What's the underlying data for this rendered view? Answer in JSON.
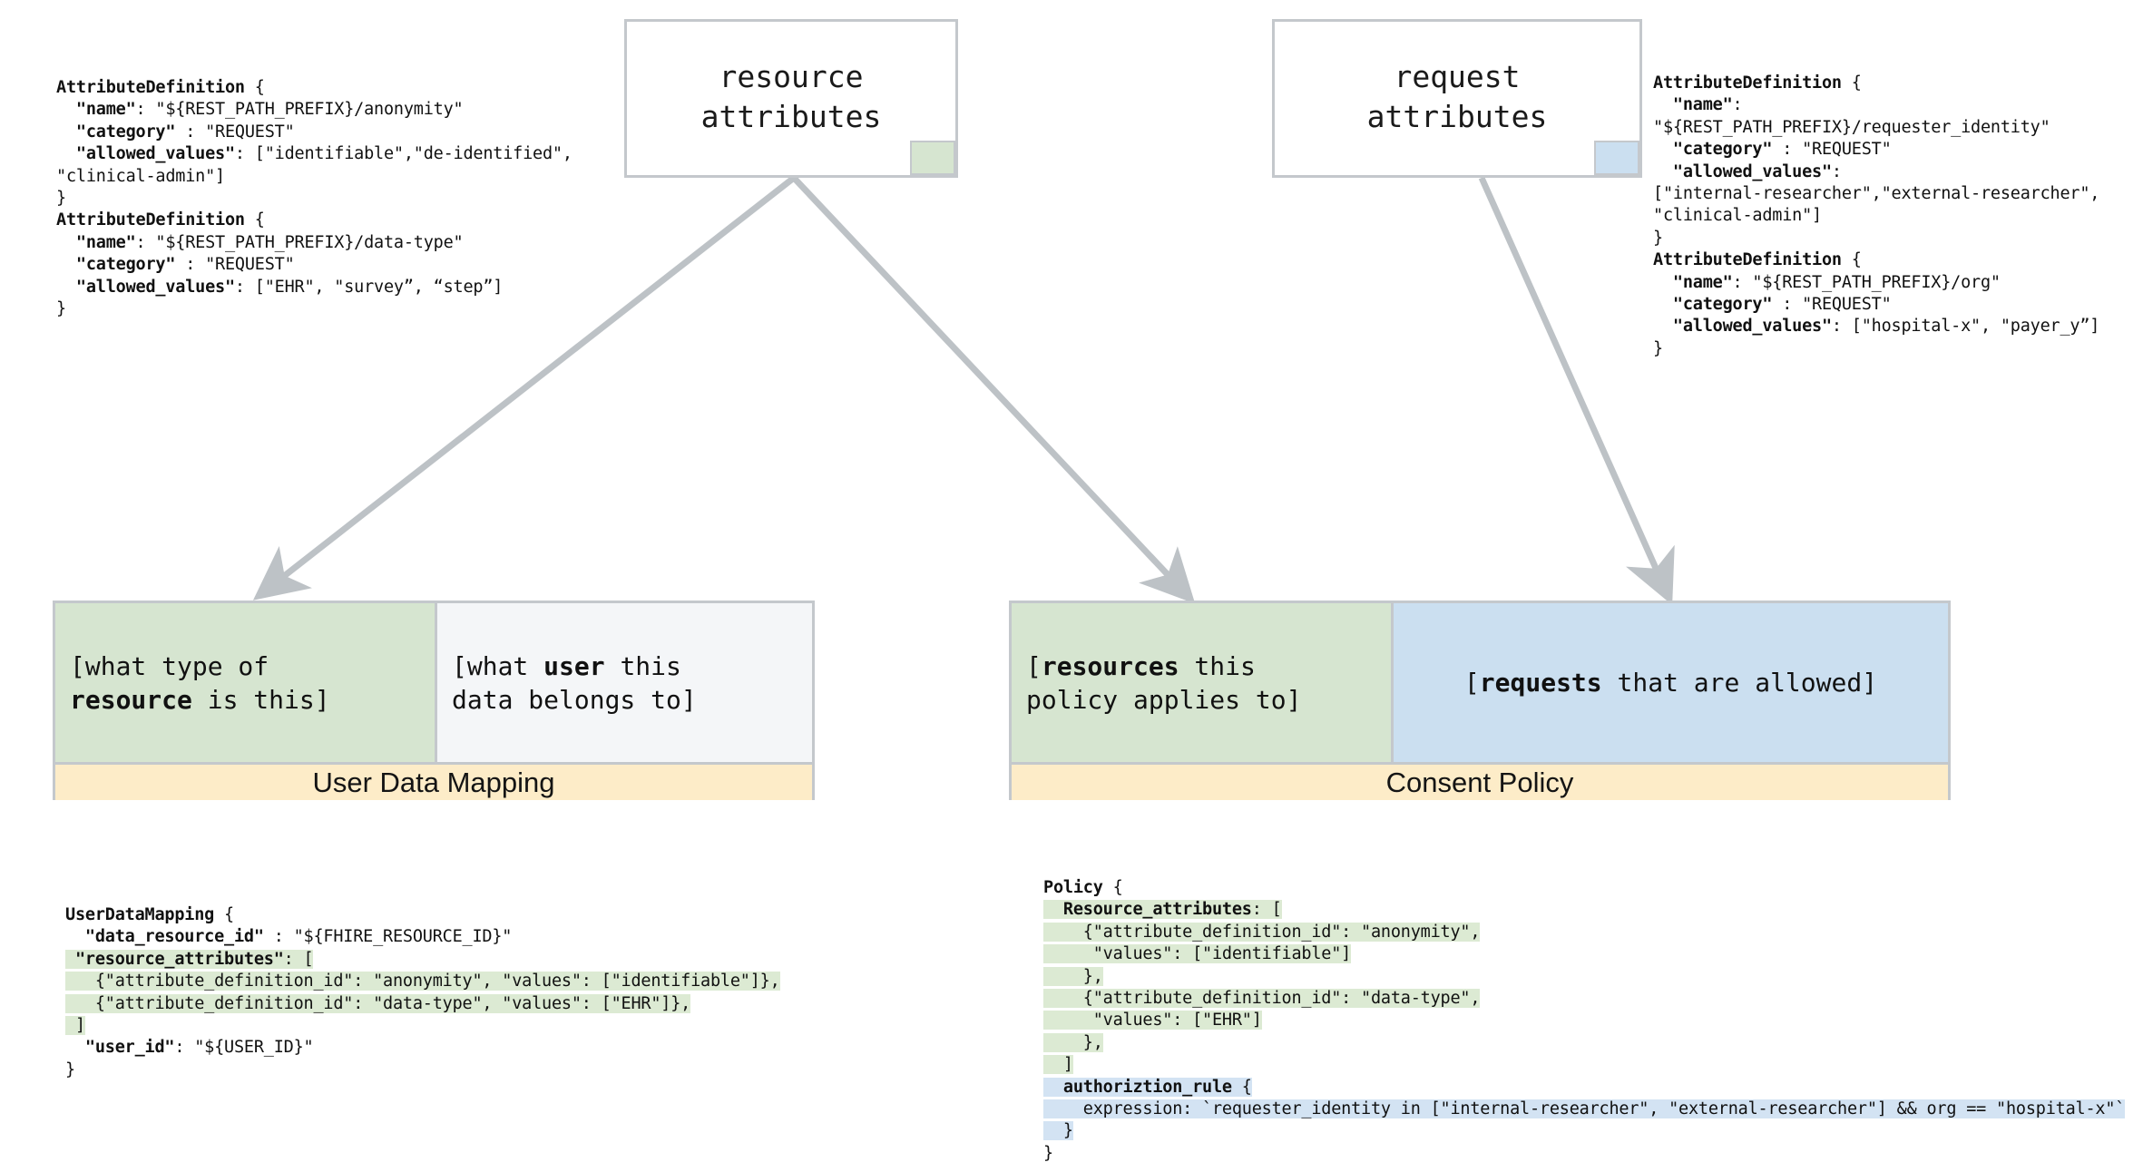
{
  "diagram": {
    "title": "ABAC attribute definitions, user data mapping and consent policy",
    "colors": {
      "resource_green": "#d6e5d0",
      "request_blue": "#cbdff0",
      "footer_amber": "#fdecc8",
      "border_grey": "#c4c8cc",
      "arrow_grey": "#bdc2c6",
      "highlight_green": "#dcead3",
      "highlight_blue": "#d3e3f3"
    }
  },
  "top_boxes": {
    "resource": {
      "label": "resource\nattributes",
      "swatch_color": "#d6e5d0"
    },
    "request": {
      "label": "request\nattributes",
      "swatch_color": "#cbdff0"
    }
  },
  "code_blocks": {
    "resource_attribute_definitions": {
      "lines": [
        {
          "segments": [
            {
              "text": "AttributeDefinition",
              "bold": true
            },
            {
              "text": " {"
            }
          ]
        },
        {
          "segments": [
            {
              "text": "  \"name\"",
              "bold": true
            },
            {
              "text": ": \"${REST_PATH_PREFIX}/anonymity\""
            }
          ]
        },
        {
          "segments": [
            {
              "text": "  \"category\"",
              "bold": true
            },
            {
              "text": " : \"REQUEST\""
            }
          ]
        },
        {
          "segments": [
            {
              "text": "  \"allowed_values\"",
              "bold": true
            },
            {
              "text": ": [\"identifiable\",\"de-identified\","
            }
          ]
        },
        {
          "segments": [
            {
              "text": "\"clinical-admin\"]"
            }
          ]
        },
        {
          "segments": [
            {
              "text": "}"
            }
          ]
        },
        {
          "segments": [
            {
              "text": "AttributeDefinition",
              "bold": true
            },
            {
              "text": " {"
            }
          ]
        },
        {
          "segments": [
            {
              "text": "  \"name\"",
              "bold": true
            },
            {
              "text": ": \"${REST_PATH_PREFIX}/data-type\""
            }
          ]
        },
        {
          "segments": [
            {
              "text": "  \"category\"",
              "bold": true
            },
            {
              "text": " : \"REQUEST\""
            }
          ]
        },
        {
          "segments": [
            {
              "text": "  \"allowed_values\"",
              "bold": true
            },
            {
              "text": ": [\"EHR\", \"survey”, “step”]"
            }
          ]
        },
        {
          "segments": [
            {
              "text": "}"
            }
          ]
        }
      ]
    },
    "request_attribute_definitions": {
      "lines": [
        {
          "segments": [
            {
              "text": "AttributeDefinition",
              "bold": true
            },
            {
              "text": " {"
            }
          ]
        },
        {
          "segments": [
            {
              "text": "  \"name\"",
              "bold": true
            },
            {
              "text": ":"
            }
          ]
        },
        {
          "segments": [
            {
              "text": "\"${REST_PATH_PREFIX}/requester_identity\""
            }
          ]
        },
        {
          "segments": [
            {
              "text": "  \"category\"",
              "bold": true
            },
            {
              "text": " : \"REQUEST\""
            }
          ]
        },
        {
          "segments": [
            {
              "text": "  \"allowed_values\"",
              "bold": true
            },
            {
              "text": ":"
            }
          ]
        },
        {
          "segments": [
            {
              "text": "[\"internal-researcher\",\"external-researcher\","
            }
          ]
        },
        {
          "segments": [
            {
              "text": "\"clinical-admin\"]"
            }
          ]
        },
        {
          "segments": [
            {
              "text": "}"
            }
          ]
        },
        {
          "segments": [
            {
              "text": "AttributeDefinition",
              "bold": true
            },
            {
              "text": " {"
            }
          ]
        },
        {
          "segments": [
            {
              "text": "  \"name\"",
              "bold": true
            },
            {
              "text": ": \"${REST_PATH_PREFIX}/org\""
            }
          ]
        },
        {
          "segments": [
            {
              "text": "  \"category\"",
              "bold": true
            },
            {
              "text": " : \"REQUEST\""
            }
          ]
        },
        {
          "segments": [
            {
              "text": "  \"allowed_values\"",
              "bold": true
            },
            {
              "text": ": [\"hospital-x\", \"payer_y”]"
            }
          ]
        },
        {
          "segments": [
            {
              "text": "}"
            }
          ]
        }
      ]
    },
    "user_data_mapping": {
      "lines": [
        {
          "segments": [
            {
              "text": "UserDataMapping",
              "bold": true
            },
            {
              "text": " {"
            }
          ]
        },
        {
          "segments": [
            {
              "text": "  \"data_resource_id\"",
              "bold": true
            },
            {
              "text": " : \"${FHIRE_RESOURCE_ID}\""
            }
          ]
        },
        {
          "segments": [
            {
              "text": " \"resource_attributes\"",
              "bold": true,
              "hl": "green"
            },
            {
              "text": ": [",
              "hl": "green"
            }
          ]
        },
        {
          "segments": [
            {
              "text": "   {\"attribute_definition_id\": \"anonymity\", \"values\": [\"identifiable\"]},",
              "hl": "green"
            }
          ]
        },
        {
          "segments": [
            {
              "text": "   {\"attribute_definition_id\": \"data-type\", \"values\": [\"EHR\"]},",
              "hl": "green"
            }
          ]
        },
        {
          "segments": [
            {
              "text": " ]",
              "hl": "green"
            }
          ]
        },
        {
          "segments": [
            {
              "text": "  \"user_id\"",
              "bold": true
            },
            {
              "text": ": \"${USER_ID}\""
            }
          ]
        },
        {
          "segments": [
            {
              "text": "}"
            }
          ]
        }
      ]
    },
    "consent_policy": {
      "lines": [
        {
          "segments": [
            {
              "text": "Policy",
              "bold": true
            },
            {
              "text": " {"
            }
          ]
        },
        {
          "segments": [
            {
              "text": "  Resource_attributes",
              "bold": true,
              "hl": "green"
            },
            {
              "text": ": [",
              "hl": "green"
            }
          ]
        },
        {
          "segments": [
            {
              "text": "    {\"attribute_definition_id\": \"anonymity\",",
              "hl": "green"
            }
          ]
        },
        {
          "segments": [
            {
              "text": "     \"values\": [\"identifiable\"]",
              "hl": "green"
            }
          ]
        },
        {
          "segments": [
            {
              "text": "    },",
              "hl": "green"
            }
          ]
        },
        {
          "segments": [
            {
              "text": "    {\"attribute_definition_id\": \"data-type\",",
              "hl": "green"
            }
          ]
        },
        {
          "segments": [
            {
              "text": "     \"values\": [\"EHR\"]",
              "hl": "green"
            }
          ]
        },
        {
          "segments": [
            {
              "text": "    },",
              "hl": "green"
            }
          ]
        },
        {
          "segments": [
            {
              "text": "  ]",
              "hl": "green"
            }
          ]
        },
        {
          "segments": [
            {
              "text": "  authoriztion_rule",
              "bold": true,
              "hl": "blue"
            },
            {
              "text": " {",
              "hl": "blue"
            }
          ]
        },
        {
          "segments": [
            {
              "text": "    expression: `requester_identity in [\"internal-researcher\", \"external-researcher\"] && org == \"hospital-x\"`",
              "hl": "blue"
            }
          ]
        },
        {
          "segments": [
            {
              "text": "  }",
              "hl": "blue"
            }
          ]
        },
        {
          "segments": [
            {
              "text": "}"
            }
          ]
        }
      ]
    }
  },
  "panels": {
    "user_data_mapping": {
      "footer": "User Data Mapping",
      "cells": [
        {
          "kind": "green",
          "segments": [
            {
              "text": "[what type of\n"
            },
            {
              "text": "resource",
              "bold": true
            },
            {
              "text": " is this]"
            }
          ]
        },
        {
          "kind": "grey",
          "segments": [
            {
              "text": "[what "
            },
            {
              "text": "user",
              "bold": true
            },
            {
              "text": " this\ndata belongs to]"
            }
          ]
        }
      ]
    },
    "consent_policy": {
      "footer": "Consent Policy",
      "cells": [
        {
          "kind": "green",
          "segments": [
            {
              "text": "["
            },
            {
              "text": "resources",
              "bold": true
            },
            {
              "text": " this\npolicy applies to]"
            }
          ]
        },
        {
          "kind": "blue",
          "segments": [
            {
              "text": "["
            },
            {
              "text": "requests",
              "bold": true
            },
            {
              "text": " that are allowed]"
            }
          ]
        }
      ]
    }
  }
}
